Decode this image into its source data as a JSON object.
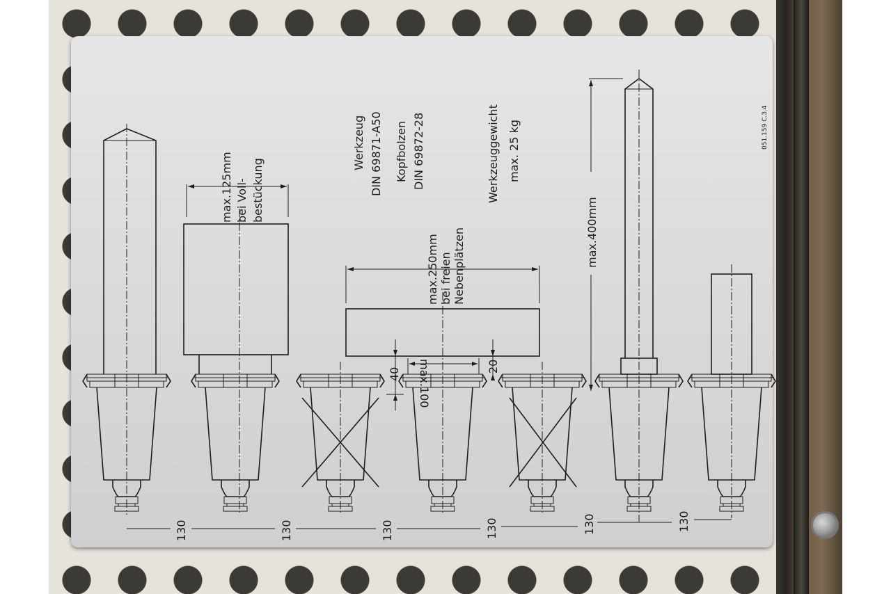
{
  "plate": {
    "tool_title": "Werkzeug",
    "tool_standard": "DIN 69871-A50",
    "bolt_title": "Kopfbolzen",
    "bolt_standard": "DIN 69872-28",
    "weight_title": "Werkzeuggewicht",
    "weight_value": "max. 25 kg",
    "part_number": "051.159 C.3.4"
  },
  "dimensions": {
    "full_line1": "max.125mm",
    "full_line2": "bei Voll-",
    "full_line3": "bestückung",
    "free_line1": "max.250mm",
    "free_line2": "bei freien",
    "free_line3": "Nebenplätzen",
    "length_max": "max.400mm",
    "height_40": "40",
    "height_20": "20",
    "width_100": "max.100"
  },
  "spacing": [
    "130",
    "130",
    "130",
    "130",
    "130",
    "130"
  ]
}
